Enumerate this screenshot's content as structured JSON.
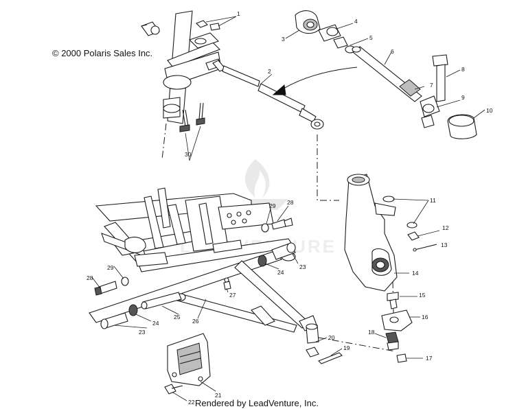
{
  "texts": {
    "copyright": "© 2000 Polaris Sales Inc.",
    "rendered_by": "Rendered by LeadVenture, Inc.",
    "watermark": "LEADVENTURE"
  },
  "callouts": [
    "1",
    "2",
    "3",
    "4",
    "5",
    "6",
    "7",
    "8",
    "9",
    "10",
    "11",
    "12",
    "13",
    "14",
    "15",
    "16",
    "17",
    "18",
    "19",
    "20",
    "21",
    "22",
    "23",
    "23",
    "24",
    "24",
    "25",
    "26",
    "27",
    "28",
    "28",
    "29",
    "29",
    "30"
  ]
}
